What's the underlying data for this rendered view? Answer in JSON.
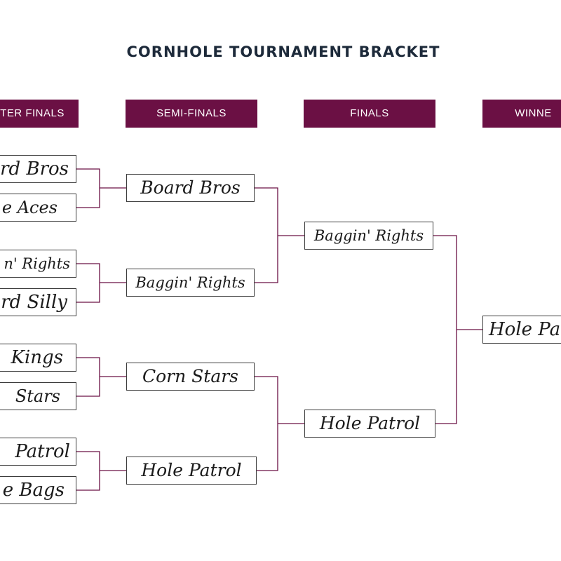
{
  "title": "CORNHOLE TOURNAMENT BRACKET",
  "colors": {
    "header_bg": "#6b1044",
    "connector": "#6b1044",
    "box_border": "#3c3c3c",
    "title": "#1d2a3a"
  },
  "rounds": {
    "quarter_label": "TER FINALS",
    "semi_label": "SEMI-FINALS",
    "finals_label": "FINALS",
    "winner_label": "WINNE"
  },
  "quarter_finals": [
    "rd Bros",
    "e Aces",
    "n' Rights",
    "rd Silly",
    "Kings",
    "Stars",
    "Patrol",
    "e Bags"
  ],
  "semi_finals": [
    "Board Bros",
    "Baggin' Rights",
    "Corn Stars",
    "Hole Patrol"
  ],
  "finals": [
    "Baggin' Rights",
    "Hole Patrol"
  ],
  "winner": "Hole Pa"
}
